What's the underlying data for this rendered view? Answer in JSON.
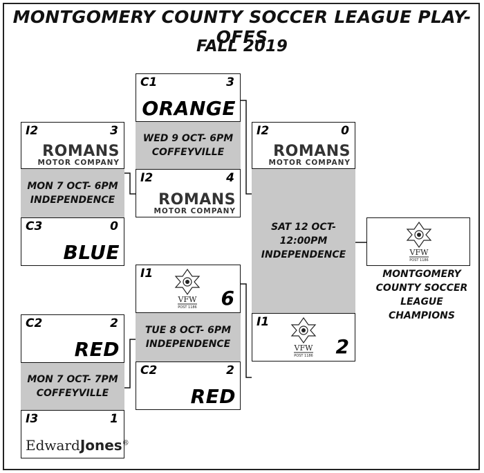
{
  "title": "MONTGOMERY COUNTY SOCCER LEAGUE PLAY-OFFS",
  "subtitle": "FALL 2019",
  "matches": {
    "r1_top": {
      "home": {
        "seed": "I2",
        "score": "3",
        "sponsor": {
          "name": "ROMANS",
          "sub": "MOTOR COMPANY"
        }
      },
      "info": [
        "MON 7 OCT- 6PM",
        "INDEPENDENCE"
      ],
      "away": {
        "seed": "C3",
        "score": "0",
        "team": "BLUE"
      }
    },
    "r1_bottom": {
      "home": {
        "seed": "C2",
        "score": "2",
        "team": "RED"
      },
      "info": [
        "MON 7 OCT- 7PM",
        "COFFEYVILLE"
      ],
      "away": {
        "seed": "I3",
        "score": "1",
        "sponsor": {
          "name_light": "Edward",
          "name_bold": "Jones",
          "mark": "®"
        }
      }
    },
    "semi_top": {
      "home": {
        "seed": "C1",
        "score": "3",
        "team": "ORANGE"
      },
      "info": [
        "WED 9 OCT- 6PM",
        "COFFEYVILLE"
      ],
      "away": {
        "seed": "I2",
        "score": "4",
        "sponsor": {
          "name": "ROMANS",
          "sub": "MOTOR COMPANY"
        }
      }
    },
    "semi_bottom": {
      "home": {
        "seed": "I1",
        "score": "6",
        "sponsor": {
          "name": "VFW",
          "sub": "POST 1186"
        }
      },
      "info": [
        "TUE 8 OCT- 6PM",
        "INDEPENDENCE"
      ],
      "away": {
        "seed": "C2",
        "score": "2",
        "team": "RED"
      }
    },
    "final": {
      "home": {
        "seed": "I2",
        "score": "0",
        "sponsor": {
          "name": "ROMANS",
          "sub": "MOTOR COMPANY"
        }
      },
      "info": [
        "SAT 12 OCT-",
        "12:00PM",
        "INDEPENDENCE"
      ],
      "away": {
        "seed": "I1",
        "score": "2",
        "sponsor": {
          "name": "VFW",
          "sub": "POST 1186"
        }
      }
    }
  },
  "champion": {
    "sponsor": {
      "name": "VFW",
      "sub": "POST 1186"
    },
    "label": [
      "MONTGOMERY",
      "COUNTY SOCCER",
      "LEAGUE CHAMPIONS"
    ]
  },
  "colors": {
    "info_fill": "#c8c8c8",
    "line": "#111111"
  }
}
